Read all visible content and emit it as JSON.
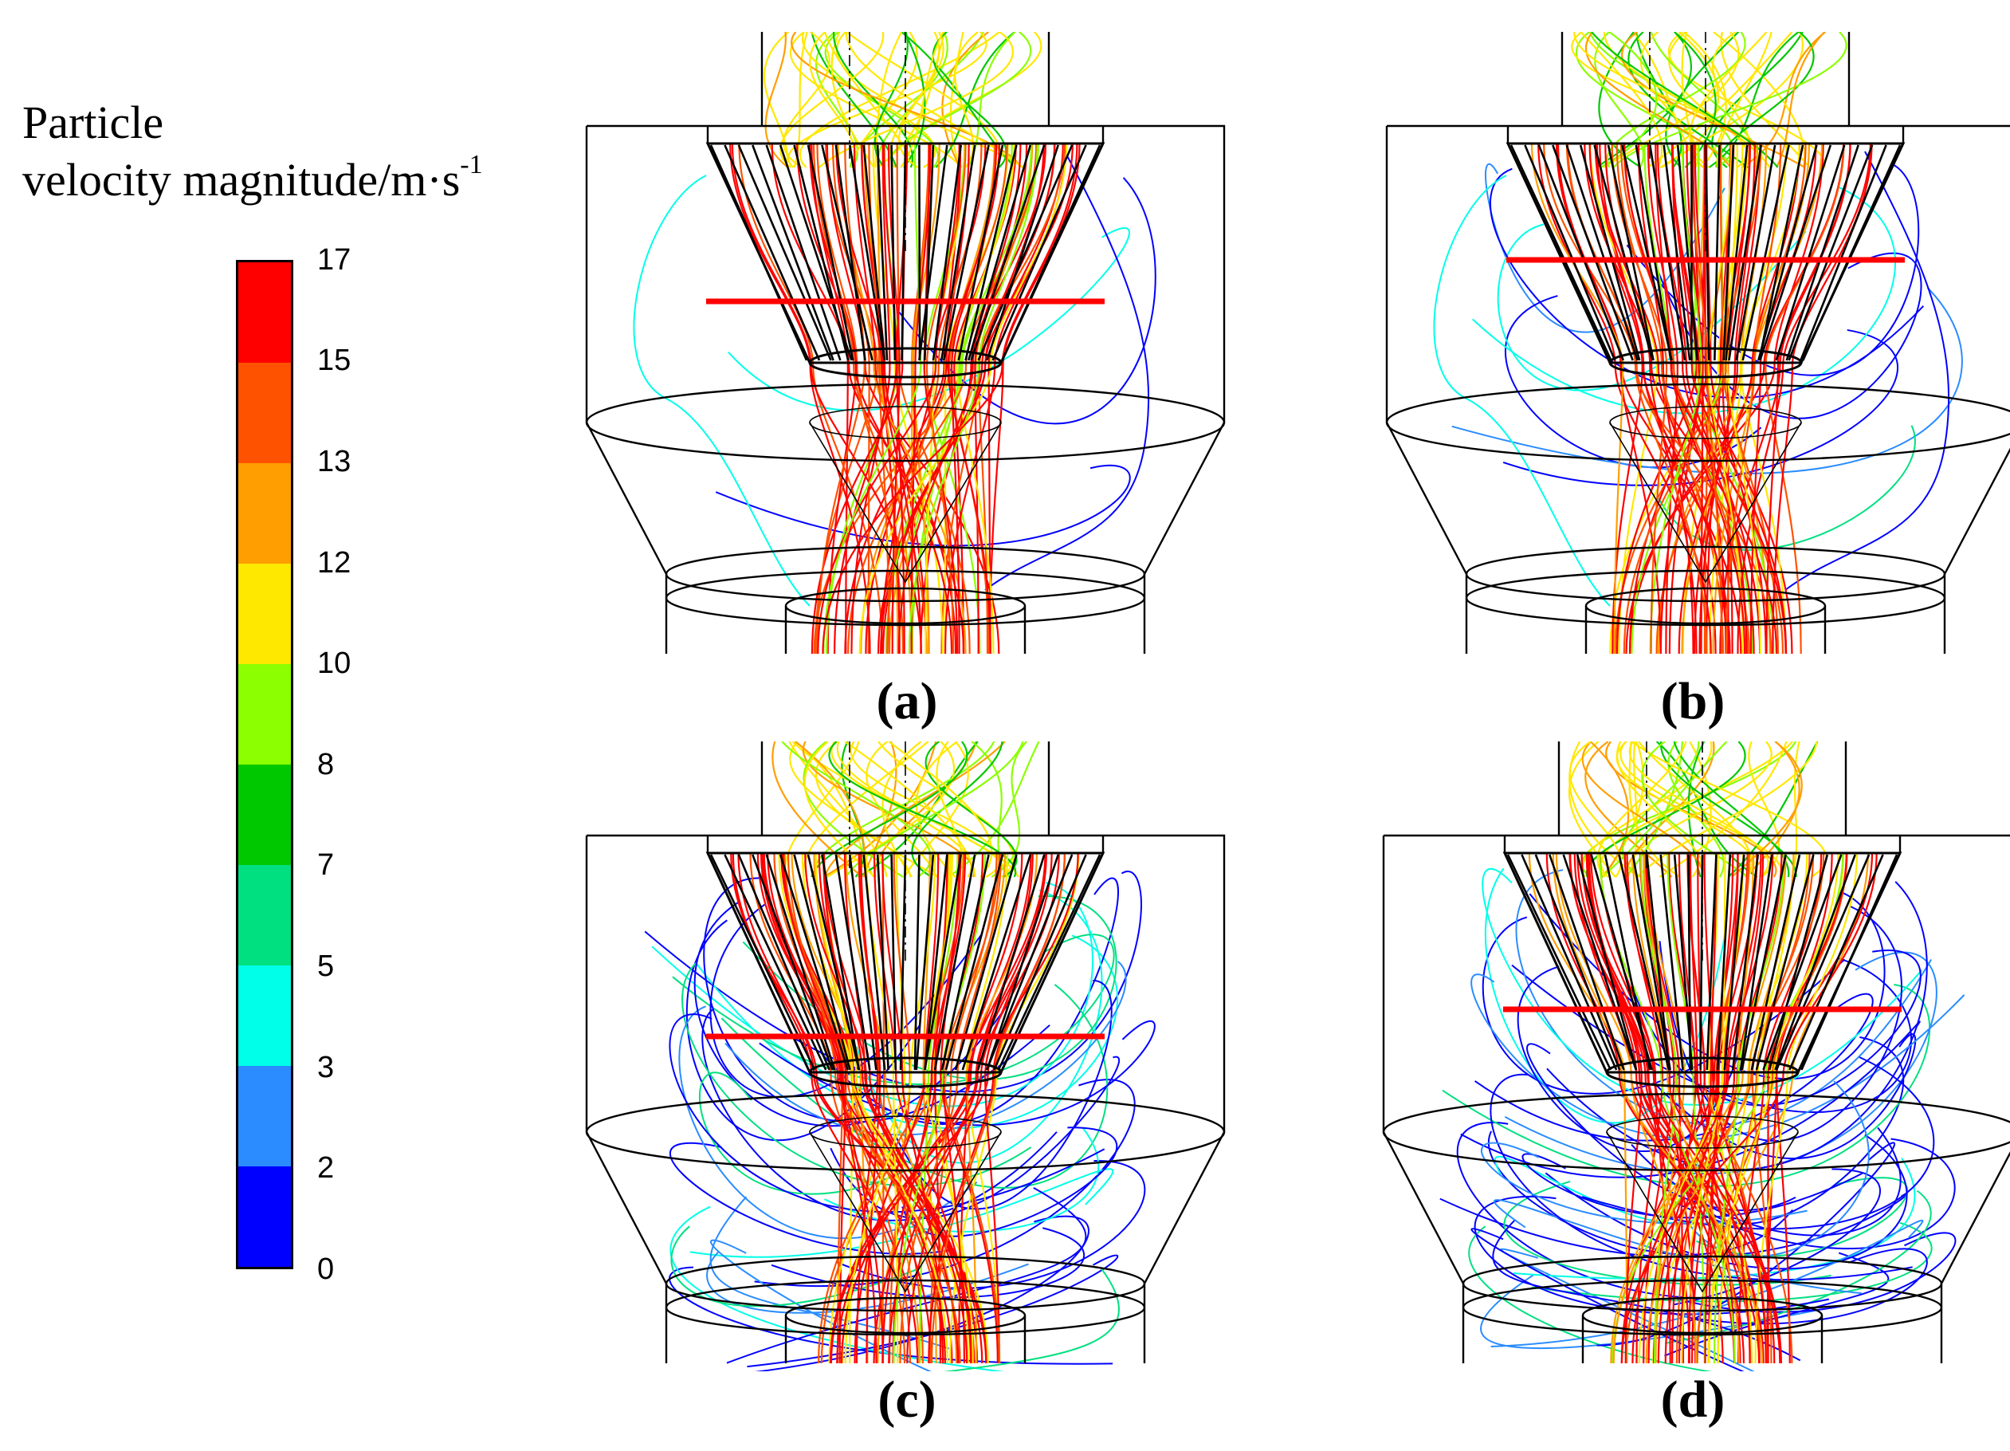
{
  "legend": {
    "title_line1": "Particle",
    "title_line2_text": "velocity magnitude/m·s",
    "title_line2_sup": "-1",
    "ticks": [
      "17",
      "15",
      "13",
      "12",
      "10",
      "8",
      "7",
      "5",
      "3",
      "2",
      "0"
    ],
    "colors": [
      "#ff0000",
      "#ff5200",
      "#ff9e00",
      "#ffe800",
      "#8cff00",
      "#00c800",
      "#00e080",
      "#00ffe8",
      "#2a8cff",
      "#0000ff"
    ]
  },
  "panels": [
    {
      "label": "(a)"
    },
    {
      "label": "(b)"
    },
    {
      "label": "(c)"
    },
    {
      "label": "(d)"
    }
  ]
}
